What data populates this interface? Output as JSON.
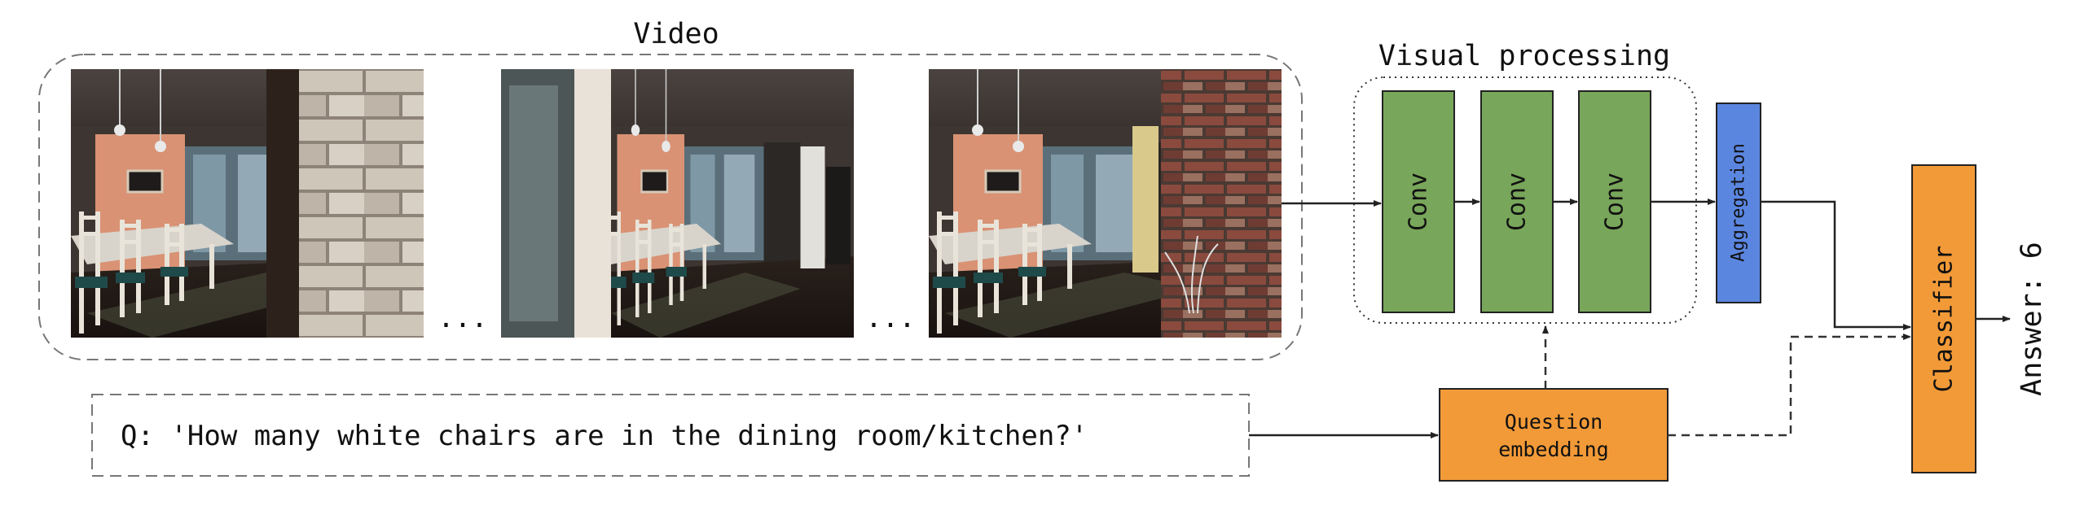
{
  "video": {
    "label": "Video",
    "ellipsis_1": "...",
    "ellipsis_2": "..."
  },
  "visual_processing": {
    "label": "Visual processing",
    "conv_1": "Conv",
    "conv_2": "Conv",
    "conv_3": "Conv"
  },
  "aggregation": {
    "label": "Aggregation"
  },
  "question": {
    "text": "Q: 'How many white chairs are in the dining room/kitchen?'"
  },
  "question_embedding": {
    "line_1": "Question",
    "line_2": "embedding"
  },
  "classifier": {
    "label": "Classifier"
  },
  "answer": {
    "text": "Answer: 6"
  },
  "colors": {
    "conv_fill": "#78a65a",
    "aggregation_fill": "#5b86e0",
    "orange_fill": "#f29a38",
    "stroke": "#222222",
    "dashed": "#555555"
  }
}
